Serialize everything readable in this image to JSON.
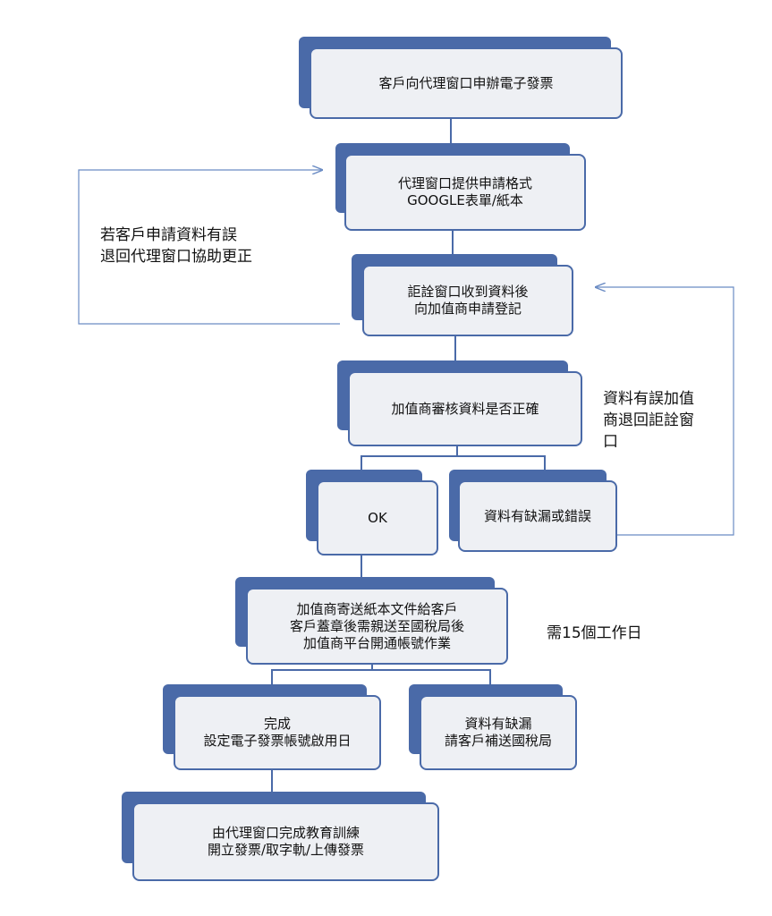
{
  "steps": {
    "apply": {
      "lines": [
        "客戶向代理窗口申辦電子發票"
      ]
    },
    "agent_form": {
      "lines": [
        "代理窗口提供申請格式",
        "GOOGLE表單/紙本"
      ]
    },
    "receive": {
      "lines": [
        "詎詮窗口收到資料後",
        "向加值商申請登記"
      ]
    },
    "review": {
      "lines": [
        "加值商審核資料是否正確"
      ]
    },
    "ok": {
      "lines": [
        "OK"
      ]
    },
    "missing": {
      "lines": [
        "資料有缺漏或錯誤"
      ]
    },
    "mail": {
      "lines": [
        "加值商寄送紙本文件給客戶",
        "客戶蓋章後需親送至國稅局後",
        "加值商平台開通帳號作業"
      ]
    },
    "done": {
      "lines": [
        "完成",
        "設定電子發票帳號啟用日"
      ]
    },
    "resubmit": {
      "lines": [
        "資料有缺漏",
        "請客戶補送國稅局"
      ]
    },
    "training": {
      "lines": [
        "由代理窗口完成教育訓練",
        "開立發票/取字軌/上傳發票"
      ]
    }
  },
  "notes": {
    "client_error": {
      "lines": [
        "若客戶申請資料有誤",
        "退回代理窗口協助更正"
      ]
    },
    "vendor_error": {
      "lines": [
        "資料有誤加值",
        "商退回詎詮窗",
        "口"
      ]
    },
    "work_days": {
      "lines": [
        "需15個工作日"
      ]
    }
  },
  "colors": {
    "accent": "#4a6aa8",
    "box_fill": "#eef0f4",
    "arrow": "#6b8cc4"
  }
}
